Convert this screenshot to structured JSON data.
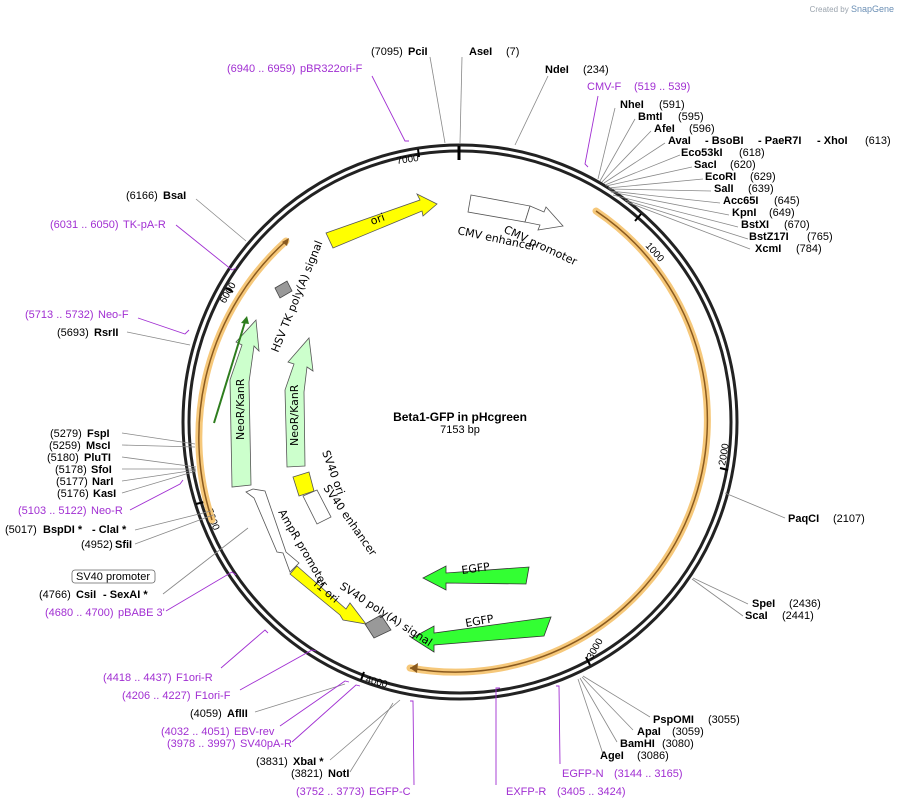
{
  "credit": {
    "prefix": "Created by",
    "brand": "SnapGene"
  },
  "plasmid": {
    "name": "Beta1-GFP in pHcgreen",
    "size": "7153 bp"
  },
  "ticks": [
    "1000",
    "2000",
    "3000",
    "4000",
    "5000",
    "6000",
    "7000"
  ],
  "enzymes": [
    {
      "name": "PciI",
      "pos": "(7095)"
    },
    {
      "name": "AseI",
      "pos": "(7)"
    },
    {
      "name": "NdeI",
      "pos": "(234)"
    },
    {
      "name": "NheI",
      "pos": "(591)"
    },
    {
      "name": "BmtI",
      "pos": "(595)"
    },
    {
      "name": "AfeI",
      "pos": "(596)"
    },
    {
      "name": "AvaI",
      "pos": ""
    },
    {
      "name": "BsoBI",
      "pos": ""
    },
    {
      "name": "PaeR7I",
      "pos": ""
    },
    {
      "name": "XhoI",
      "pos": "(613)"
    },
    {
      "name": "Eco53kI",
      "pos": "(618)"
    },
    {
      "name": "SacI",
      "pos": "(620)"
    },
    {
      "name": "EcoRI",
      "pos": "(629)"
    },
    {
      "name": "SalI",
      "pos": "(639)"
    },
    {
      "name": "Acc65I",
      "pos": "(645)"
    },
    {
      "name": "KpnI",
      "pos": "(649)"
    },
    {
      "name": "BstXI",
      "pos": "(670)"
    },
    {
      "name": "BstZ17I",
      "pos": "(765)"
    },
    {
      "name": "XcmI",
      "pos": "(784)"
    },
    {
      "name": "PaqCI",
      "pos": "(2107)"
    },
    {
      "name": "SpeI",
      "pos": "(2436)"
    },
    {
      "name": "ScaI",
      "pos": "(2441)"
    },
    {
      "name": "PspOMI",
      "pos": "(3055)"
    },
    {
      "name": "ApaI",
      "pos": "(3059)"
    },
    {
      "name": "BamHI",
      "pos": "(3080)"
    },
    {
      "name": "AgeI",
      "pos": "(3086)"
    },
    {
      "name": "NotI",
      "pos": "(3821)"
    },
    {
      "name": "XbaI *",
      "pos": "(3831)"
    },
    {
      "name": "AflII",
      "pos": "(4059)"
    },
    {
      "name": "SfiI",
      "pos": "(4952)"
    },
    {
      "name": "BspDI *",
      "pos": "(5017)"
    },
    {
      "name": "ClaI *",
      "pos": ""
    },
    {
      "name": "KasI",
      "pos": "(5176)"
    },
    {
      "name": "NarI",
      "pos": "(5177)"
    },
    {
      "name": "SfoI",
      "pos": "(5178)"
    },
    {
      "name": "PluTI",
      "pos": "(5180)"
    },
    {
      "name": "MscI",
      "pos": "(5259)"
    },
    {
      "name": "FspI",
      "pos": "(5279)"
    },
    {
      "name": "RsrII",
      "pos": "(5693)"
    },
    {
      "name": "BsaI",
      "pos": "(6166)"
    },
    {
      "name": "CsiI",
      "pos": "(4766)"
    },
    {
      "name": "SexAI *",
      "pos": ""
    }
  ],
  "primers": [
    {
      "name": "pBR322ori-F",
      "range": "(6940 .. 6959)"
    },
    {
      "name": "CMV-F",
      "range": "(519 .. 539)"
    },
    {
      "name": "TK-pA-R",
      "range": "(6031 .. 6050)"
    },
    {
      "name": "Neo-F",
      "range": "(5713 .. 5732)"
    },
    {
      "name": "Neo-R",
      "range": "(5103 .. 5122)"
    },
    {
      "name": "pBABE 3'",
      "range": "(4680 .. 4700)"
    },
    {
      "name": "F1ori-R",
      "range": "(4418 .. 4437)"
    },
    {
      "name": "F1ori-F",
      "range": "(4206 .. 4227)"
    },
    {
      "name": "EBV-rev",
      "range": "(4032 .. 4051)"
    },
    {
      "name": "SV40pA-R",
      "range": "(3978 .. 3997)"
    },
    {
      "name": "EGFP-C",
      "range": "(3752 .. 3773)"
    },
    {
      "name": "EXFP-R",
      "range": ""
    },
    {
      "name": "EGFP-N",
      "range": "(3144 .. 3165)"
    },
    {
      "name": "",
      "range": "(3405 .. 3424)"
    }
  ],
  "features": {
    "ori": "ori",
    "cmv_promoter": "CMV promoter",
    "cmv_enhancer": "CMV enhancer",
    "egfp": "EGFP",
    "sv40_polya": "SV40 poly(A) signal",
    "f1_ori": "f1 ori",
    "ampr_promoter": "AmpR promoter",
    "sv40_enhancer": "SV40 enhancer",
    "sv40_ori": "SV40 ori",
    "neor": "NeoR/KanR",
    "hsv_tk_polya": "HSV TK poly(A) signal",
    "sv40_promoter_box": "SV40 promoter"
  },
  "colors": {
    "backbone": "#222222",
    "orf_highlight": "#f6c87a",
    "orf_arrow": "#8a5a1f",
    "ori": "#ffff00",
    "egfp": "#33ff33",
    "neor": "#ccffcc",
    "polya": "#999999",
    "primer": "#a12fd2",
    "neor_inner": "#2e7d1e"
  }
}
